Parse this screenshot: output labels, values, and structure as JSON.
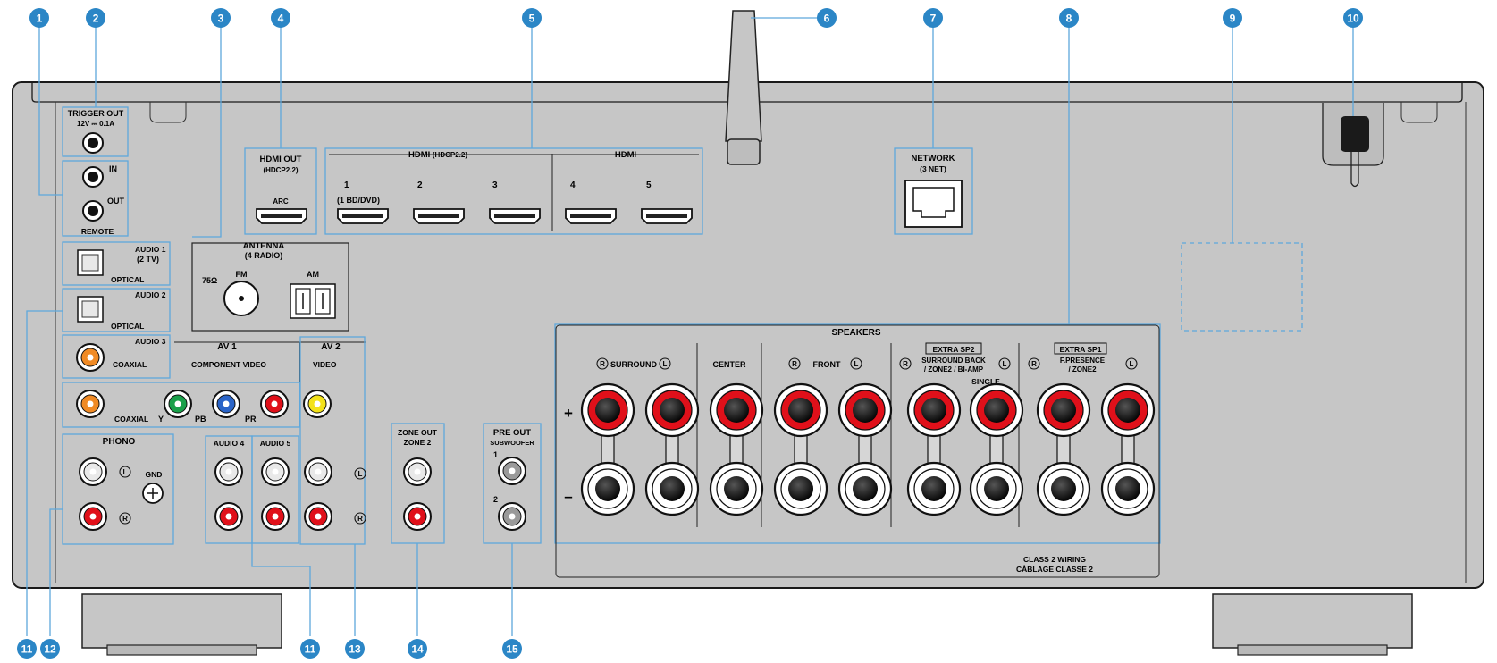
{
  "callouts": [
    "1",
    "2",
    "3",
    "4",
    "5",
    "6",
    "7",
    "8",
    "9",
    "10",
    "11",
    "12",
    "11",
    "13",
    "14",
    "15"
  ],
  "trigger": {
    "title": "TRIGGER OUT",
    "spec": "12V ⎓ 0.1A"
  },
  "remote": {
    "in": "IN",
    "out": "OUT",
    "title": "REMOTE"
  },
  "audio1": {
    "title": "AUDIO 1",
    "sub": "(2 TV)",
    "type": "OPTICAL"
  },
  "audio2": {
    "title": "AUDIO 2",
    "type": "OPTICAL"
  },
  "audio3": {
    "title": "AUDIO 3",
    "type": "COAXIAL"
  },
  "antenna": {
    "title": "ANTENNA",
    "sub": "(4 RADIO)",
    "ohm": "75Ω",
    "fm": "FM",
    "am": "AM"
  },
  "hdmi_out": {
    "title": "HDMI OUT",
    "sub": "(HDCP2.2)",
    "arc": "ARC"
  },
  "hdmi_in": {
    "group1_title": "HDMI",
    "group1_sub": "(HDCP2.2)",
    "group2_title": "HDMI",
    "labels": [
      "1",
      "2",
      "3",
      "4",
      "5"
    ],
    "sub1": "(1 BD/DVD)"
  },
  "network": {
    "title": "NETWORK",
    "sub": "(3 NET)"
  },
  "av1": {
    "title": "AV 1",
    "component": "COMPONENT VIDEO",
    "coaxial": "COAXIAL",
    "y": "Y",
    "pb": "PB",
    "pr": "PR"
  },
  "av2": {
    "title": "AV 2",
    "video": "VIDEO"
  },
  "phono": {
    "title": "PHONO",
    "gnd": "GND"
  },
  "audio4": {
    "title": "AUDIO 4"
  },
  "audio5": {
    "title": "AUDIO 5"
  },
  "lr": {
    "l": "L",
    "r": "R"
  },
  "zone_out": {
    "title": "ZONE OUT",
    "sub": "ZONE 2"
  },
  "pre_out": {
    "title": "PRE OUT",
    "sub": "SUBWOOFER",
    "n1": "1",
    "n2": "2"
  },
  "speakers": {
    "title": "SPEAKERS",
    "surround": "SURROUND",
    "center": "CENTER",
    "front": "FRONT",
    "extra2_box": "EXTRA SP2",
    "extra2_l1": "SURROUND BACK",
    "extra2_l2": "/ ZONE2 / BI-AMP",
    "single": "SINGLE",
    "extra1_box": "EXTRA SP1",
    "extra1_l1": "F.PRESENCE",
    "extra1_l2": "/ ZONE2",
    "plus": "+",
    "minus": "–"
  },
  "class2": {
    "line1": "CLASS 2 WIRING",
    "line2": "CÂBLAGE CLASSE 2"
  },
  "colors": {
    "callout": "#2b86c6",
    "lead": "#5ea8dc",
    "body": "#c6c6c6",
    "outline": "#222222",
    "red": "#e0101a",
    "orange": "#f08a24",
    "green": "#1aa04a",
    "blue": "#2a64c8",
    "yellow": "#f3e21a"
  }
}
